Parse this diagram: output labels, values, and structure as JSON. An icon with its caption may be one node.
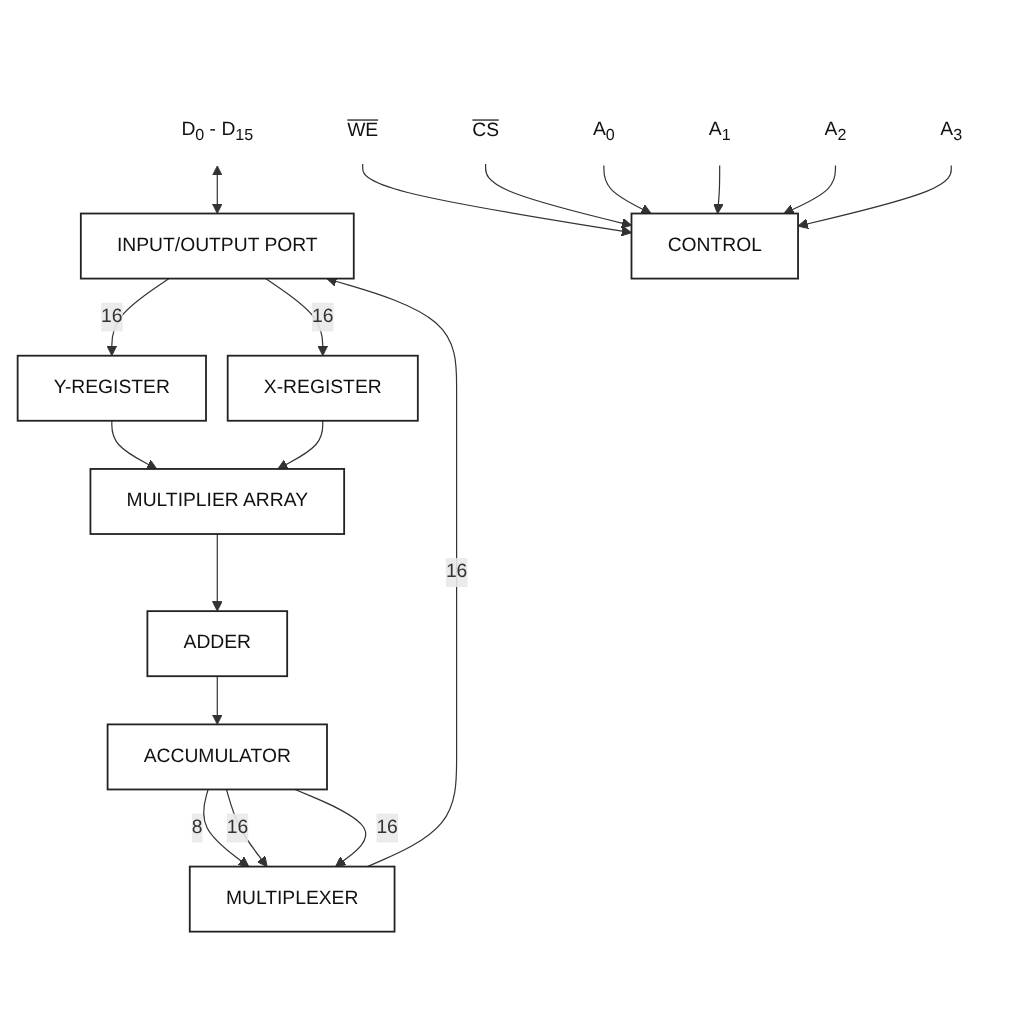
{
  "diagram": {
    "nodes": [
      {
        "text": [
          "D$_{0}$ - D$_{15}$"
        ]
      },
      {
        "text": [
          "INPUT/OUTPUT PORT"
        ]
      },
      {
        "text": [
          "Y-REGISTER"
        ]
      },
      {
        "text": [
          "X-REGISTER"
        ]
      },
      {
        "text": [
          "MULTIPLIER ARRAY"
        ]
      },
      {
        "text": [
          "ADDER"
        ]
      },
      {
        "text": [
          "ACCUMULATOR"
        ]
      },
      {
        "text": [
          "MULTIPLEXER"
        ]
      },
      {
        "text": [
          "CONTROL"
        ]
      },
      {
        "text": [
          "WE"
        ]
      },
      {
        "text": [
          "CS"
        ]
      },
      {
        "text": [
          "A$_{0}$"
        ]
      },
      {
        "text": [
          "A$_{1}$"
        ]
      },
      {
        "text": [
          "A$_{2}$"
        ]
      },
      {
        "text": [
          "A$_{3}$"
        ]
      }
    ],
    "edges": [
      {
        "from": 0,
        "to": 1,
        "arrow": "both"
      },
      {
        "from": 1,
        "to": 2,
        "arrow": "to",
        "label": "16"
      },
      {
        "from": 1,
        "to": 3,
        "arrow": "to",
        "label": "16"
      },
      {
        "from": 2,
        "to": 4,
        "arrow": "to"
      },
      {
        "from": 3,
        "to": 4,
        "arrow": "to"
      },
      {
        "from": 4,
        "to": 5,
        "arrow": "to"
      },
      {
        "from": 5,
        "to": 6,
        "arrow": "to"
      },
      {
        "from": 6,
        "to": 7,
        "arrow": "to",
        "label": "8"
      },
      {
        "from": 6,
        "to": 7,
        "arrow": "to",
        "label": "16"
      },
      {
        "from": 6,
        "to": 7,
        "arrow": "to",
        "label": "16"
      },
      {
        "from": 7,
        "to": 1,
        "arrow": "to",
        "label": "16"
      },
      {
        "from": 9,
        "to": 8,
        "arrow": "to"
      },
      {
        "from": 10,
        "to": 8,
        "arrow": "to"
      },
      {
        "from": 11,
        "to": 8,
        "arrow": "to"
      },
      {
        "from": 12,
        "to": 8,
        "arrow": "to"
      },
      {
        "from": 13,
        "to": 8,
        "arrow": "to"
      },
      {
        "from": 14,
        "to": 8,
        "arrow": "to"
      }
    ]
  }
}
